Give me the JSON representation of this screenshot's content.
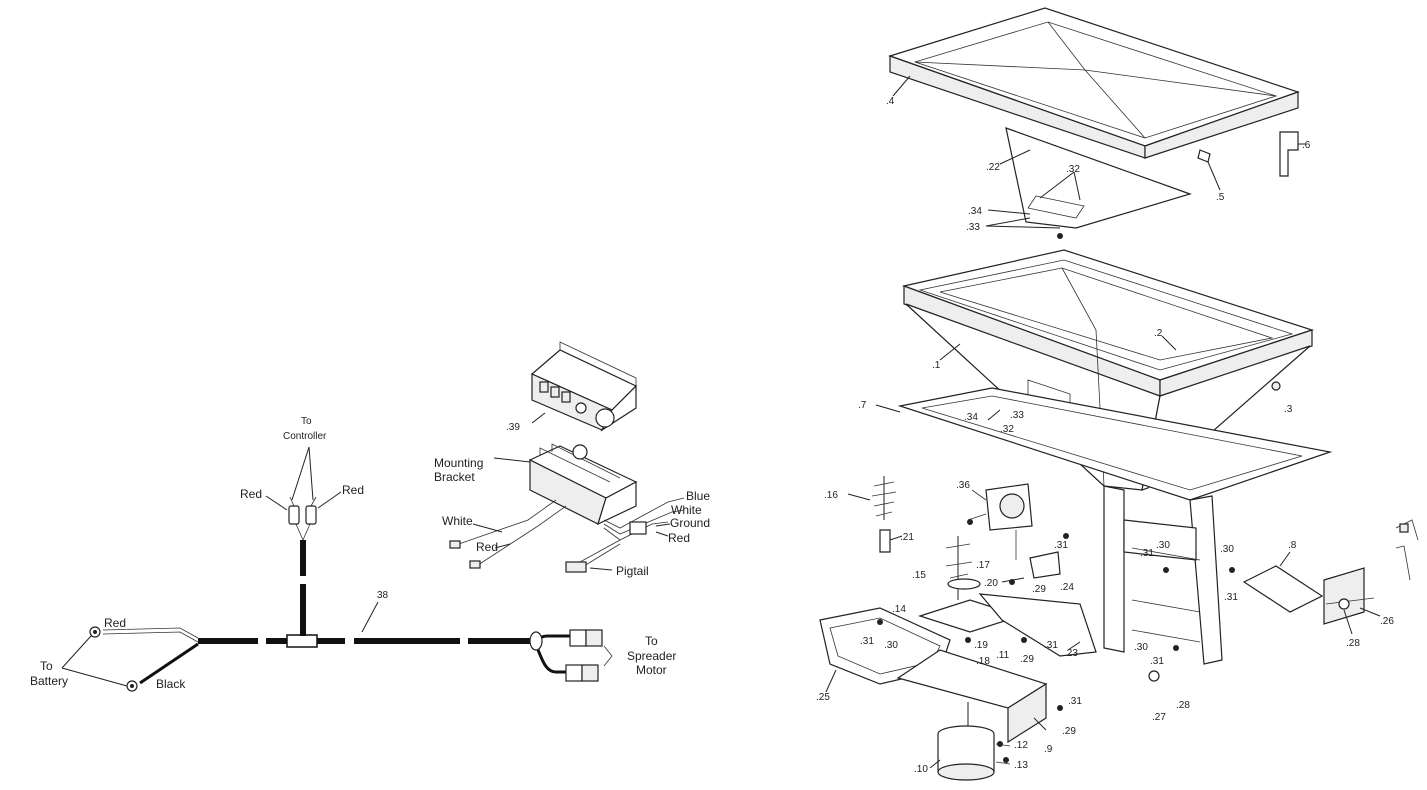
{
  "wiring": {
    "to_controller": [
      "To",
      "Controller"
    ],
    "red_left": "Red",
    "red_right": "Red",
    "part_38": "38",
    "to_battery": [
      "To",
      "Battery"
    ],
    "battery_red": "Red",
    "battery_black": "Black",
    "to_spreader_motor": [
      "To",
      "Spreader",
      "Motor"
    ],
    "part_39": ".39",
    "mounting_bracket": [
      "Mounting",
      "Bracket"
    ],
    "white": "White",
    "red_small": "Red",
    "pigtail": "Pigtail",
    "blue": "Blue",
    "white2": "White",
    "ground": "Ground",
    "red2": "Red"
  },
  "exploded": {
    "callouts": [
      ".4",
      ".6",
      ".5",
      ".22",
      ".32",
      ".34",
      ".33",
      ".2",
      ".1",
      ".3",
      ".7",
      ".34",
      ".33",
      ".32",
      ".16",
      ".36",
      ".21",
      ".31",
      ".15",
      ".17",
      ".20",
      ".24",
      ".29",
      ".31",
      ".30",
      ".30",
      ".8",
      ".31",
      ".14",
      ".31",
      ".30",
      ".19",
      ".11",
      ".29",
      ".31",
      ".23",
      ".18",
      ".30",
      ".31",
      ".25",
      ".26",
      ".28",
      ".27",
      ".28",
      ".31",
      ".29",
      ".9",
      ".12",
      ".13",
      ".10"
    ]
  }
}
